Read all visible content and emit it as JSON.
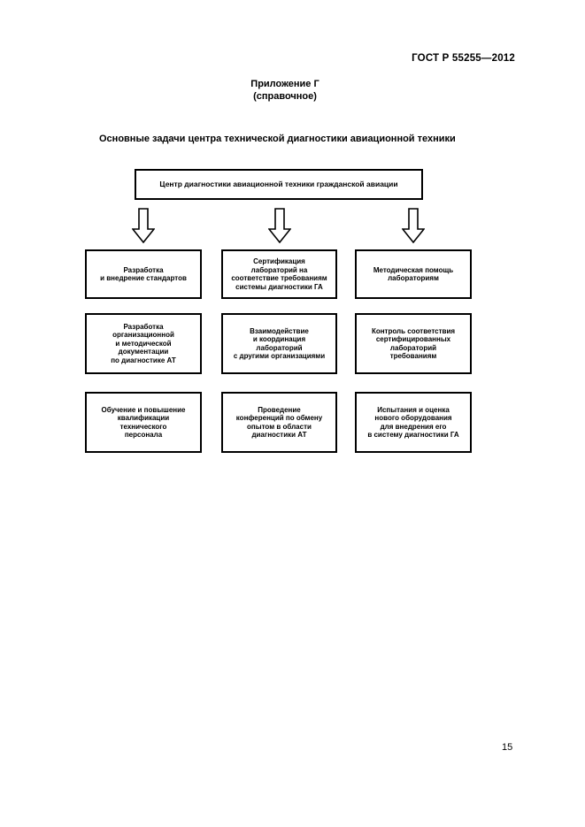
{
  "page": {
    "header_right": "ГОСТ Р 55255—2012",
    "appendix_title": "Приложение Г",
    "appendix_subtitle": "(справочное)",
    "heading": "Основные задачи центра технической диагностики авиационной техники",
    "page_number": "15"
  },
  "colors": {
    "text": "#000000",
    "background": "#ffffff",
    "box_border": "#000000"
  },
  "diagram": {
    "root_label": "Центр диагностики авиационной техники гражданской авиации",
    "arrow_icon": "hollow-down-arrow",
    "boxes": [
      {
        "row": 1,
        "col": 1,
        "text": "Разработка\nи внедрение стандартов"
      },
      {
        "row": 1,
        "col": 2,
        "text": "Сертификация\nлабораторий на\nсоответствие требованиям\nсистемы диагностики ГА"
      },
      {
        "row": 1,
        "col": 3,
        "text": "Методическая помощь\nлабораториям"
      },
      {
        "row": 2,
        "col": 1,
        "text": "Разработка\nорганизационной\nи методической\nдокументации\nпо диагностике АТ"
      },
      {
        "row": 2,
        "col": 2,
        "text": "Взаимодействие\nи координация\nлабораторий\nс другими организациями"
      },
      {
        "row": 2,
        "col": 3,
        "text": "Контроль соответствия\nсертифицированных\nлабораторий\nтребованиям"
      },
      {
        "row": 3,
        "col": 1,
        "text": "Обучение и повышение\nквалификации\nтехнического\nперсонала"
      },
      {
        "row": 3,
        "col": 2,
        "text": "Проведение\nконференций по обмену\nопытом в области\nдиагностики АТ"
      },
      {
        "row": 3,
        "col": 3,
        "text": "Испытания и оценка\nнового оборудования\nдля внедрения его\nв систему диагностики ГА"
      }
    ]
  }
}
